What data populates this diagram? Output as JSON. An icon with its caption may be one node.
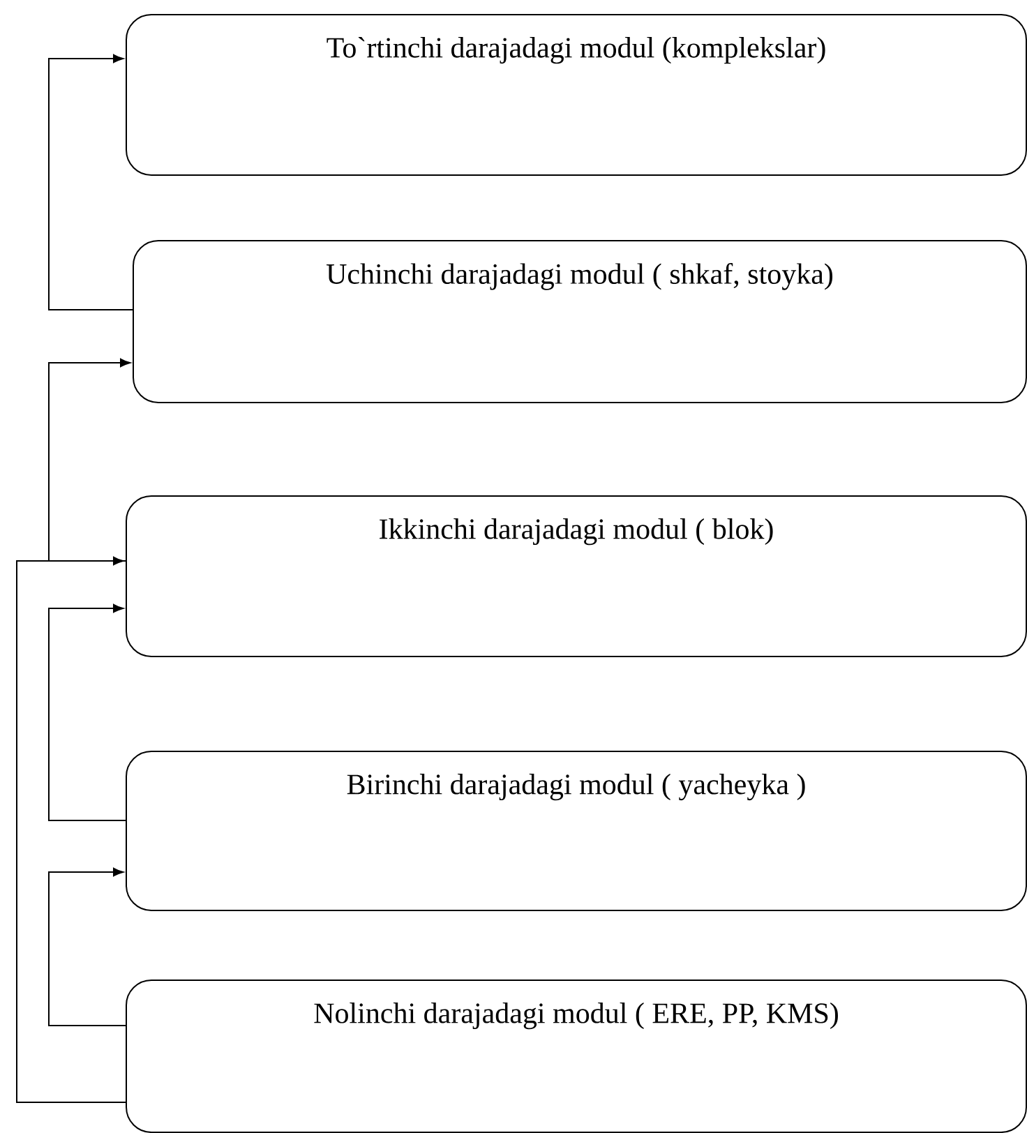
{
  "diagram": {
    "nodes": [
      {
        "text": [
          "To`rtinchi darajadagi modul (komplekslar)"
        ]
      },
      {
        "text": [
          "Uchinchi darajadagi modul ( shkaf, stoyka)"
        ]
      },
      {
        "text": [
          "Ikkinchi darajadagi modul ( blok)"
        ]
      },
      {
        "text": [
          "Birinchi darajadagi modul ( yacheyka )"
        ]
      },
      {
        "text": [
          "Nolinchi darajadagi modul ( ERE, PP, KMS)"
        ]
      }
    ],
    "edges": [
      {
        "from": 1,
        "to": 0,
        "arrow": "to"
      },
      {
        "from": 2,
        "to": 1,
        "arrow": "to"
      },
      {
        "from": 3,
        "to": 2,
        "arrow": "to"
      },
      {
        "from": 4,
        "to": 3,
        "arrow": "to"
      },
      {
        "from": 4,
        "to": 2,
        "arrow": "to"
      }
    ]
  }
}
